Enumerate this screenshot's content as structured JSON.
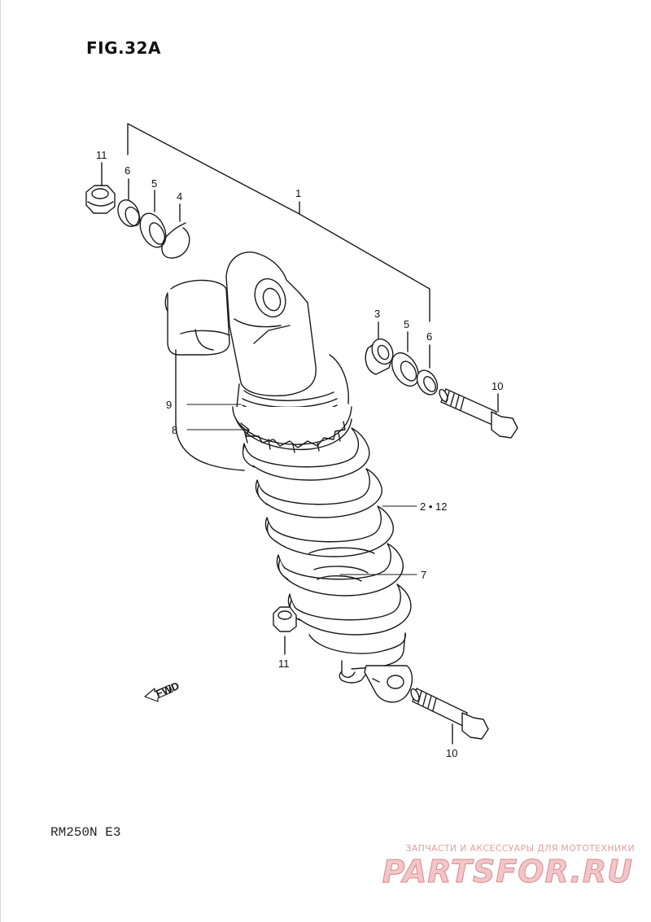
{
  "figure": {
    "title": "FIG.32A"
  },
  "model": {
    "code": "RM250N  E3"
  },
  "fwd_badge": {
    "label": "FWD"
  },
  "callouts": [
    {
      "id": "c11a",
      "text": "11"
    },
    {
      "id": "c6a",
      "text": "6"
    },
    {
      "id": "c5a",
      "text": "5"
    },
    {
      "id": "c4",
      "text": "4"
    },
    {
      "id": "c1",
      "text": "1"
    },
    {
      "id": "c3",
      "text": "3"
    },
    {
      "id": "c5b",
      "text": "5"
    },
    {
      "id": "c6b",
      "text": "6"
    },
    {
      "id": "c10a",
      "text": "10"
    },
    {
      "id": "c9",
      "text": "9"
    },
    {
      "id": "c8",
      "text": "8"
    },
    {
      "id": "c2-12",
      "text": "2 • 12"
    },
    {
      "id": "c7",
      "text": "7"
    },
    {
      "id": "c11b",
      "text": "11"
    },
    {
      "id": "c10b",
      "text": "10"
    }
  ],
  "watermark": {
    "tagline": "ЗАПЧАСТИ И АКСЕССУАРЫ ДЛЯ МОТОТЕХНИКИ",
    "logo": "PARTSFOR.RU"
  },
  "colors": {
    "line": "#1a1a1a",
    "watermark": "#e3a0a3"
  }
}
